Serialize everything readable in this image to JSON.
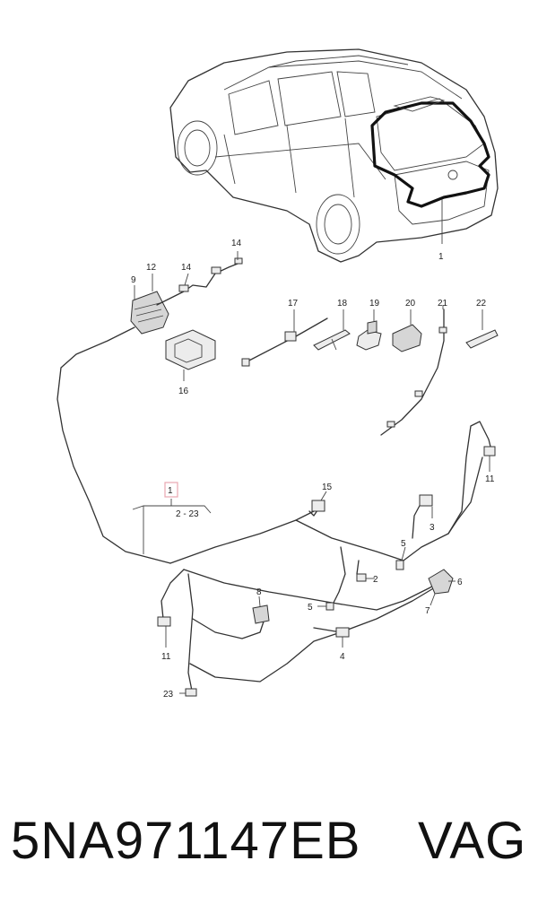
{
  "callouts": {
    "c1_top": "1",
    "c14a": "14",
    "c9": "9",
    "c12": "12",
    "c14b": "14",
    "c16": "16",
    "c17": "17",
    "c18": "18",
    "c19": "19",
    "c20": "20",
    "c21": "21",
    "c22": "22",
    "c11_right": "11",
    "c1_box": "1",
    "c2_23": "2 - 23",
    "c15": "15",
    "c3": "3",
    "c5a": "5",
    "c2": "2",
    "c6": "6",
    "c7": "7",
    "c8": "8",
    "c5b": "5",
    "c11_left": "11",
    "c4": "4",
    "c23": "23"
  },
  "caption": {
    "part_number": "5NA971147EB",
    "brand": "VAG"
  },
  "colors": {
    "highlight_box": "#e8a6b0"
  }
}
